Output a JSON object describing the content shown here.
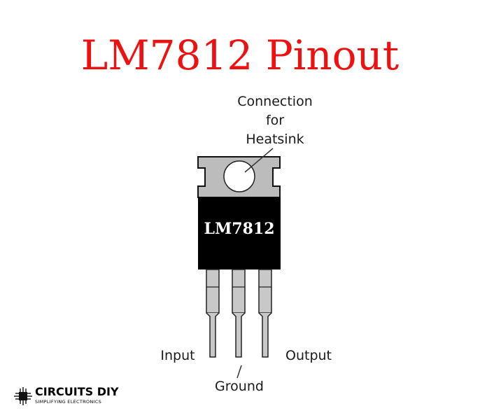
{
  "title": "LM7812 Pinout",
  "chip_label": "LM7812",
  "heatsink_label": [
    "Connection",
    "for",
    "Heatsink"
  ],
  "pins": {
    "input": "Input",
    "ground": "Ground",
    "output": "Output"
  },
  "logo": {
    "name": "CIRCUITS DIY",
    "tagline": "SIMPLIFYING ELECTRONICS",
    "icon": "chip-icon"
  },
  "colors": {
    "title": "#ee1111",
    "tab": "#bcbcbc",
    "body": "#000000",
    "pin": "#c8c8c8"
  }
}
